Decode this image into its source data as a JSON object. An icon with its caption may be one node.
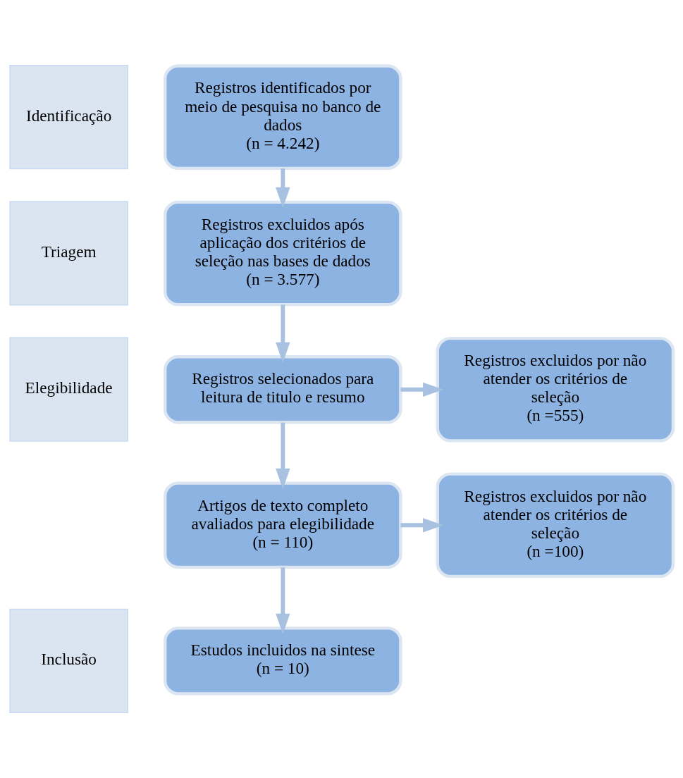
{
  "diagram": {
    "nodes": [
      {
        "text": [
          "Identificação"
        ]
      },
      {
        "text": [
          "Registros identificados por meio de pesquisa no banco de dados",
          "(n = 4.242)"
        ]
      },
      {
        "text": [
          "Triagem"
        ]
      },
      {
        "text": [
          "Registros excluidos após aplicação dos critérios de seleção nas bases de dados",
          "(n = 3.577)"
        ]
      },
      {
        "text": [
          "Registros selecionados para leitura de titulo e resumo"
        ]
      },
      {
        "text": [
          "Registros excluidos por não atender os critérios de seleção",
          "(n =555)"
        ]
      },
      {
        "text": [
          "Elegibilidade"
        ]
      },
      {
        "text": [
          "Artigos de texto completo avaliados para elegibilidade",
          "(n = 110)"
        ]
      },
      {
        "text": [
          "Registros excluidos por não atender os critérios de seleção",
          "(n =100)"
        ]
      },
      {
        "text": [
          "Inclusão"
        ]
      },
      {
        "text": [
          "Estudos incluidos na sintese",
          "(n = 10)"
        ]
      }
    ],
    "edges": [
      {
        "from": 1,
        "to": 3,
        "arrow": "to"
      },
      {
        "from": 3,
        "to": 4,
        "arrow": "to"
      },
      {
        "from": 4,
        "to": 5,
        "arrow": "to"
      },
      {
        "from": 4,
        "to": 7,
        "arrow": "to"
      },
      {
        "from": 7,
        "to": 8,
        "arrow": "to"
      },
      {
        "from": 7,
        "to": 10,
        "arrow": "to"
      }
    ]
  }
}
